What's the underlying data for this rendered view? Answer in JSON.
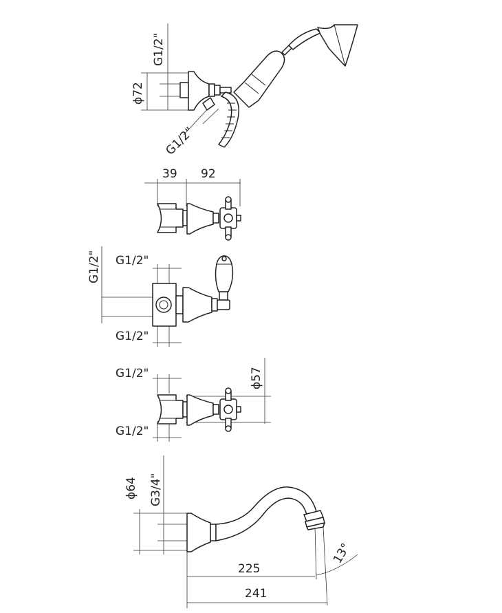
{
  "hand_shower": {
    "thread_top": "G1/2\"",
    "diameter": "ϕ72",
    "thread_outlet": "G1/2\""
  },
  "mixer_top": {
    "dim_a": "39",
    "dim_b": "92"
  },
  "diverter": {
    "thread_side": "G1/2\"",
    "thread_in_top": "G1/2\"",
    "thread_in_bottom": "G1/2\""
  },
  "valve_bottom": {
    "thread_in_top": "G1/2\"",
    "thread_in_bottom": "G1/2\"",
    "diameter": "ϕ57"
  },
  "spout": {
    "diameter": "ϕ64",
    "thread": "G3/4\"",
    "dim_225": "225",
    "dim_241": "241",
    "angle": "13°"
  }
}
